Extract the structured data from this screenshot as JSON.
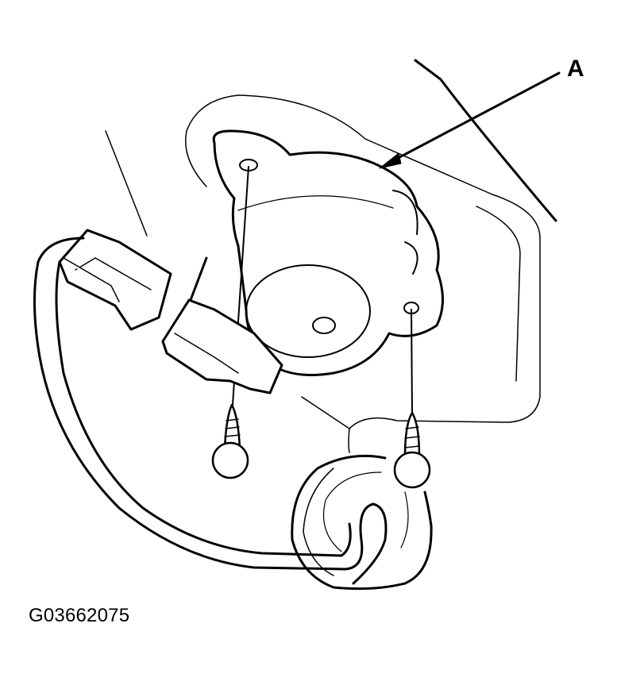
{
  "diagram": {
    "callouts": [
      {
        "label": "A",
        "target": "sensor-assembly"
      }
    ],
    "figure_code": "G03662075",
    "components": [
      "sensor-assembly",
      "mounting-bracket",
      "harness-connector-left",
      "harness-connector-right",
      "wire-harness",
      "grommet",
      "mounting-screw-left",
      "mounting-screw-right"
    ],
    "colors": {
      "line": "#000000",
      "background": "#ffffff"
    }
  }
}
